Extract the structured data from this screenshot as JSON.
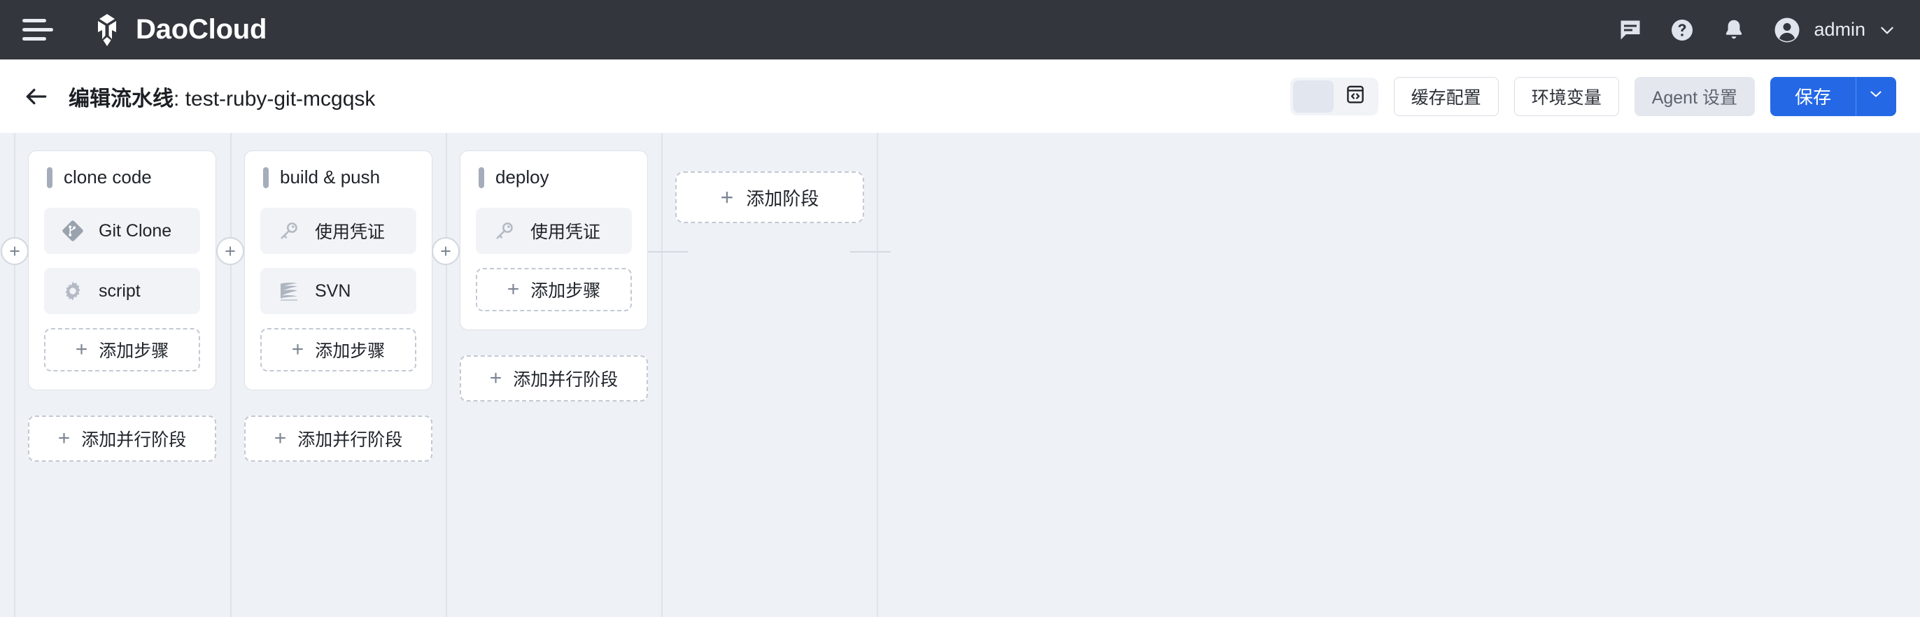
{
  "topnav": {
    "menu_icon": "hamburger-menu-icon",
    "brand": "DaoCloud",
    "icons": [
      "message-icon",
      "help-icon",
      "bell-icon"
    ],
    "user": "admin",
    "caret": "chevron-down-icon"
  },
  "subheader": {
    "back": "back-arrow-icon",
    "title_prefix": "编辑流水线",
    "title_sep": ": ",
    "pipeline_name": "test-ruby-git-mcgqsk",
    "view_toggle": {
      "options": [
        "visual-view",
        "code-view"
      ],
      "selected": 0
    },
    "buttons": [
      {
        "label": "缓存配置",
        "name": "cache-config-button",
        "style": "outline"
      },
      {
        "label": "环境变量",
        "name": "env-vars-button",
        "style": "outline"
      },
      {
        "label": "Agent 设置",
        "name": "agent-settings-button",
        "style": "ghost"
      }
    ],
    "save_label": "保存",
    "save_caret": "chevron-down-icon"
  },
  "canvas": {
    "add_step_label": "添加步骤",
    "add_parallel_stage_label": "添加并行阶段",
    "add_stage_label": "添加阶段",
    "plus_glyph": "+",
    "stages": [
      {
        "name": "clone code",
        "steps": [
          {
            "label": "Git Clone",
            "icon": "git-icon"
          },
          {
            "label": "script",
            "icon": "gear-icon"
          }
        ],
        "has_parallel": true
      },
      {
        "name": "build & push",
        "steps": [
          {
            "label": "使用凭证",
            "icon": "key-icon"
          },
          {
            "label": "SVN",
            "icon": "svn-icon"
          }
        ],
        "has_parallel": true
      },
      {
        "name": "deploy",
        "steps": [
          {
            "label": "使用凭证",
            "icon": "key-icon"
          }
        ],
        "has_parallel": true
      }
    ]
  },
  "colors": {
    "nav_bg": "#33363d",
    "canvas_bg": "#eef1f5",
    "primary": "#2468e6",
    "step_bg": "#f1f3f7",
    "line": "#dfe3ea"
  }
}
